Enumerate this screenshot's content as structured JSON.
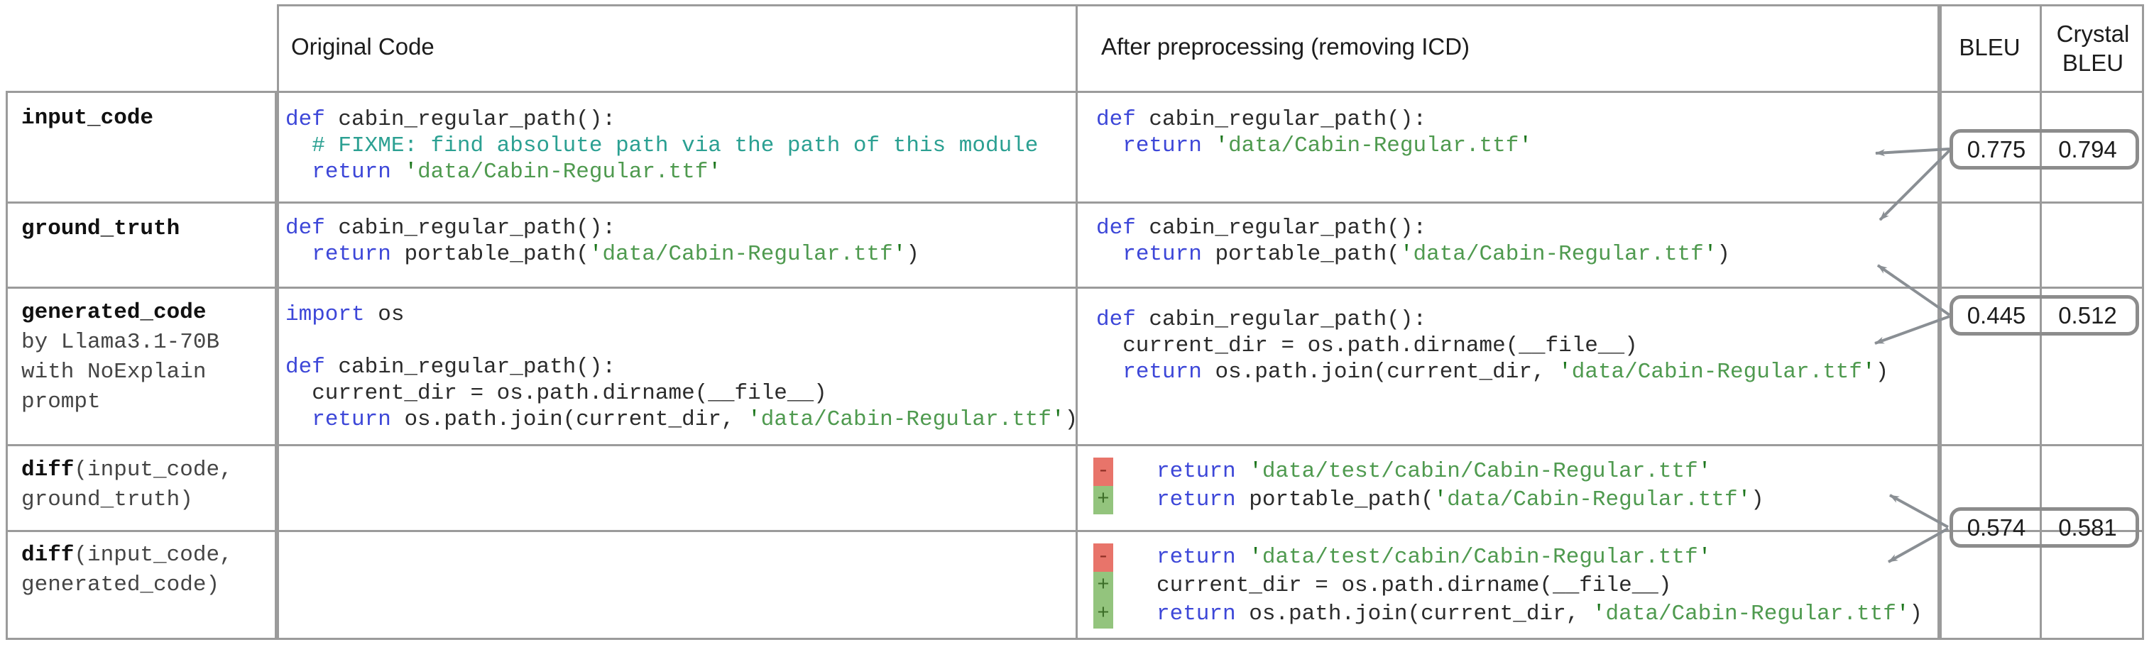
{
  "header": {
    "original": "Original Code",
    "preprocessed": "After preprocessing (removing ICD)",
    "bleu": "BLEU",
    "crystal_l1": "Crystal",
    "crystal_l2": "BLEU"
  },
  "diff_markers": {
    "minus": "-",
    "plus": "+"
  },
  "colors": {
    "border": "#9b9b9b",
    "arrow": "#8a8f94",
    "keyword": "#3d47d8",
    "comment": "#2ba092",
    "string": "#4f9a4f",
    "quote": "#1e771e",
    "code": "#2b2b2b",
    "diff_minus_bg": "#e8746a",
    "diff_plus_bg": "#93c47d"
  },
  "rows": [
    {
      "id": "input_code",
      "label": {
        "lines": [
          {
            "seg": [
              [
                "b",
                "input_code"
              ]
            ]
          }
        ]
      },
      "original": {
        "lines": [
          {
            "seg": [
              [
                "kw",
                "def"
              ],
              [
                "tx",
                " cabin_regular_path():"
              ]
            ]
          },
          {
            "seg": [
              [
                "cm",
                "  # FIXME: find absolute path via the path of this module"
              ]
            ]
          },
          {
            "seg": [
              [
                "tx",
                "  "
              ],
              [
                "kw",
                "return"
              ],
              [
                "tx",
                " "
              ],
              [
                "q",
                "'"
              ],
              [
                "st",
                "data/Cabin-Regular.ttf"
              ],
              [
                "q",
                "'"
              ]
            ]
          }
        ]
      },
      "preprocessed": {
        "lines": [
          {
            "seg": [
              [
                "kw",
                "def"
              ],
              [
                "tx",
                " cabin_regular_path():"
              ]
            ]
          },
          {
            "seg": [
              [
                "tx",
                "  "
              ],
              [
                "kw",
                "return"
              ],
              [
                "tx",
                " "
              ],
              [
                "q",
                "'"
              ],
              [
                "st",
                "data/Cabin-Regular.ttf"
              ],
              [
                "q",
                "'"
              ]
            ]
          }
        ]
      }
    },
    {
      "id": "ground_truth",
      "label": {
        "lines": [
          {
            "seg": [
              [
                "b",
                "ground_truth"
              ]
            ]
          }
        ]
      },
      "original": {
        "lines": [
          {
            "seg": [
              [
                "kw",
                "def"
              ],
              [
                "tx",
                " cabin_regular_path():"
              ]
            ]
          },
          {
            "seg": [
              [
                "tx",
                "  "
              ],
              [
                "kw",
                "return"
              ],
              [
                "tx",
                " portable_path("
              ],
              [
                "q",
                "'"
              ],
              [
                "st",
                "data/Cabin-Regular.ttf"
              ],
              [
                "q",
                "'"
              ],
              [
                "tx",
                ")"
              ]
            ]
          }
        ]
      },
      "preprocessed": {
        "lines": [
          {
            "seg": [
              [
                "kw",
                "def"
              ],
              [
                "tx",
                " cabin_regular_path():"
              ]
            ]
          },
          {
            "seg": [
              [
                "tx",
                "  "
              ],
              [
                "kw",
                "return"
              ],
              [
                "tx",
                " portable_path("
              ],
              [
                "q",
                "'"
              ],
              [
                "st",
                "data/Cabin-Regular.ttf"
              ],
              [
                "q",
                "'"
              ],
              [
                "tx",
                ")"
              ]
            ]
          }
        ]
      }
    },
    {
      "id": "generated_code",
      "label": {
        "lines": [
          {
            "seg": [
              [
                "b",
                "generated_code"
              ]
            ]
          },
          {
            "seg": [
              [
                "n",
                "by Llama3.1-70B"
              ]
            ]
          },
          {
            "seg": [
              [
                "n",
                "with NoExplain"
              ]
            ]
          },
          {
            "seg": [
              [
                "n",
                "prompt"
              ]
            ]
          }
        ]
      },
      "original": {
        "lines": [
          {
            "seg": [
              [
                "kw",
                "import"
              ],
              [
                "tx",
                " os"
              ]
            ]
          },
          {
            "seg": []
          },
          {
            "seg": [
              [
                "kw",
                "def"
              ],
              [
                "tx",
                " cabin_regular_path():"
              ]
            ]
          },
          {
            "seg": [
              [
                "tx",
                "  current_dir = os.path.dirname(__file__)"
              ]
            ]
          },
          {
            "seg": [
              [
                "tx",
                "  "
              ],
              [
                "kw",
                "return"
              ],
              [
                "tx",
                " os.path.join(current_dir, "
              ],
              [
                "q",
                "'"
              ],
              [
                "st",
                "data/Cabin-Regular.ttf"
              ],
              [
                "q",
                "'"
              ],
              [
                "tx",
                ")"
              ]
            ]
          }
        ]
      },
      "preprocessed": {
        "lines": [
          {
            "seg": [
              [
                "kw",
                "def"
              ],
              [
                "tx",
                " cabin_regular_path():"
              ]
            ]
          },
          {
            "seg": [
              [
                "tx",
                "  current_dir = os.path.dirname(__file__)"
              ]
            ]
          },
          {
            "seg": [
              [
                "tx",
                "  "
              ],
              [
                "kw",
                "return"
              ],
              [
                "tx",
                " os.path.join(current_dir, "
              ],
              [
                "q",
                "'"
              ],
              [
                "st",
                "data/Cabin-Regular.ttf"
              ],
              [
                "q",
                "'"
              ],
              [
                "tx",
                ")"
              ]
            ]
          }
        ]
      }
    },
    {
      "id": "diff_input_ground",
      "label": {
        "lines": [
          {
            "seg": [
              [
                "b",
                "diff"
              ],
              [
                "n",
                "(input_code,"
              ]
            ]
          },
          {
            "seg": [
              [
                "n",
                "ground_truth)"
              ]
            ]
          }
        ]
      },
      "original": {
        "lines": []
      },
      "preprocessed": {
        "lines": [
          {
            "m": "minus",
            "seg": [
              [
                "kw",
                "return"
              ],
              [
                "tx",
                " "
              ],
              [
                "q",
                "'"
              ],
              [
                "st",
                "data/test/cabin/Cabin-Regular.ttf"
              ],
              [
                "q",
                "'"
              ]
            ]
          },
          {
            "m": "plus",
            "seg": [
              [
                "kw",
                "return"
              ],
              [
                "tx",
                " portable_path("
              ],
              [
                "q",
                "'"
              ],
              [
                "st",
                "data/Cabin-Regular.ttf"
              ],
              [
                "q",
                "'"
              ],
              [
                "tx",
                ")"
              ]
            ]
          }
        ]
      }
    },
    {
      "id": "diff_input_generated",
      "label": {
        "lines": [
          {
            "seg": [
              [
                "b",
                "diff"
              ],
              [
                "n",
                "(input_code,"
              ]
            ]
          },
          {
            "seg": [
              [
                "n",
                "generated_code)"
              ]
            ]
          }
        ]
      },
      "original": {
        "lines": []
      },
      "preprocessed": {
        "lines": [
          {
            "m": "minus",
            "seg": [
              [
                "kw",
                "return"
              ],
              [
                "tx",
                " "
              ],
              [
                "q",
                "'"
              ],
              [
                "st",
                "data/test/cabin/Cabin-Regular.ttf"
              ],
              [
                "q",
                "'"
              ]
            ]
          },
          {
            "m": "plus",
            "seg": [
              [
                "tx",
                "current_dir = os.path.dirname(__file__)"
              ]
            ]
          },
          {
            "m": "plus",
            "seg": [
              [
                "kw",
                "return"
              ],
              [
                "tx",
                " os.path.join(current_dir, "
              ],
              [
                "q",
                "'"
              ],
              [
                "st",
                "data/Cabin-Regular.ttf"
              ],
              [
                "q",
                "'"
              ],
              [
                "tx",
                ")"
              ]
            ]
          }
        ]
      }
    }
  ],
  "scores": [
    {
      "bleu": "0.775",
      "crystal": "0.794"
    },
    {
      "bleu": "0.445",
      "crystal": "0.512"
    },
    {
      "bleu": "0.574",
      "crystal": "0.581"
    }
  ]
}
